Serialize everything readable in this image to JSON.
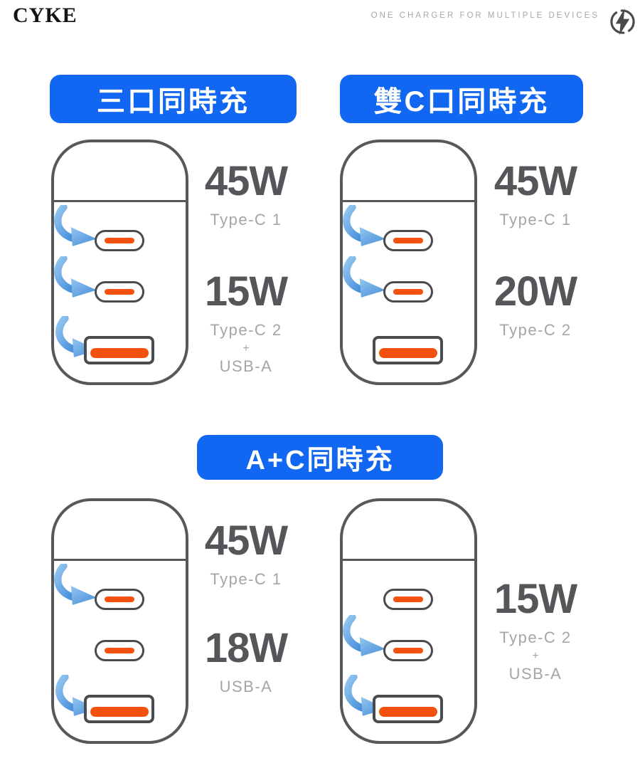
{
  "header": {
    "logo": "CYKE",
    "tagline": "ONE CHARGER FOR MULTIPLE DEVICES",
    "icon": "lightning-bolt-in-circle"
  },
  "banners": {
    "three_port": "三口同時充",
    "dual_c": "雙C口同時充",
    "a_plus_c": "A+C同時充"
  },
  "chargers": [
    {
      "id": "three-port-charger",
      "arrows": [
        "type-c-1",
        "type-c-2",
        "usb-a"
      ],
      "labels": [
        {
          "watt": "45W",
          "port": "Type-C 1"
        },
        {
          "watt": "15W",
          "port": "Type-C 2",
          "plus": "+",
          "second_port": "USB-A"
        }
      ]
    },
    {
      "id": "dual-c-charger",
      "arrows": [
        "type-c-1",
        "type-c-2"
      ],
      "labels": [
        {
          "watt": "45W",
          "port": "Type-C 1"
        },
        {
          "watt": "20W",
          "port": "Type-C 2"
        }
      ]
    },
    {
      "id": "a-plus-c-charger-left",
      "arrows": [
        "type-c-1",
        "usb-a"
      ],
      "labels": [
        {
          "watt": "45W",
          "port": "Type-C 1"
        },
        {
          "watt": "18W",
          "port": "USB-A"
        }
      ]
    },
    {
      "id": "a-plus-c-charger-right",
      "arrows": [
        "type-c-2",
        "usb-a"
      ],
      "labels": [
        {
          "watt": "15W",
          "port": "Type-C 2",
          "plus": "+",
          "second_port": "USB-A"
        }
      ]
    }
  ],
  "colors": {
    "banner_blue": "#1166F2",
    "orange": "#F4500E",
    "outline": "#57585B",
    "port_outline": "#4A4B4E",
    "watt_color": "#56555A",
    "muted": "#A5A4A8",
    "arrow_blue_light": "#93C6F0",
    "arrow_blue_dark": "#4D93DB",
    "icon_gray": "#4A4A4A",
    "tagline_gray": "#A6A6A6"
  }
}
